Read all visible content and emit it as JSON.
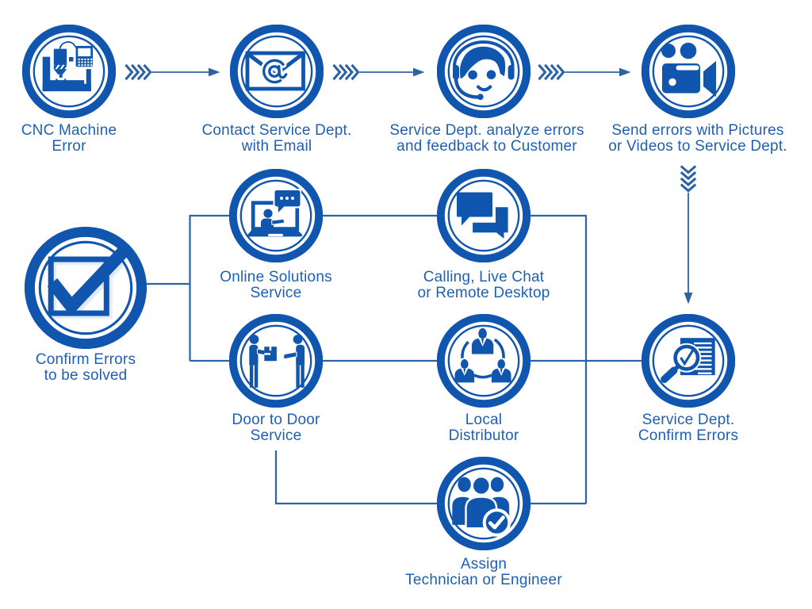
{
  "colors": {
    "icon": "#1156ae",
    "text": "#1f60b2",
    "line": "#2d63a4",
    "bg": "#ffffff",
    "shadow": "#c4d7ee"
  },
  "nodes": [
    {
      "id": "cnc-machine-error",
      "icon": "cnc-machine-icon",
      "line1": "CNC Machine",
      "line2": "Error"
    },
    {
      "id": "contact-service-email",
      "icon": "email-icon",
      "line1": "Contact Service Dept.",
      "line2": "with Email"
    },
    {
      "id": "service-analyze-errors",
      "icon": "support-agent-icon",
      "line1": "Service Dept. analyze errors",
      "line2": "and feedback to Customer"
    },
    {
      "id": "send-errors-media",
      "icon": "video-camera-icon",
      "line1": "Send errors with Pictures",
      "line2": "or Videos to Service Dept."
    },
    {
      "id": "online-solutions",
      "icon": "laptop-chat-icon",
      "line1": "Online Solutions",
      "line2": "Service"
    },
    {
      "id": "calling-live-chat",
      "icon": "chat-bubbles-icon",
      "line1": "Calling, Live Chat",
      "line2": "or Remote Desktop"
    },
    {
      "id": "confirm-errors-solved",
      "icon": "checkbox-icon",
      "line1": "Confirm Errors",
      "line2": "to be solved"
    },
    {
      "id": "door-to-door",
      "icon": "handover-icon",
      "line1": "Door to Door",
      "line2": "Service"
    },
    {
      "id": "local-distributor",
      "icon": "distributor-icon",
      "line1": "Local",
      "line2": "Distributor"
    },
    {
      "id": "service-confirm-errors",
      "icon": "magnifier-doc-icon",
      "line1": "Service Dept.",
      "line2": "Confirm Errors"
    },
    {
      "id": "assign-technician",
      "icon": "team-check-icon",
      "line1": "Assign",
      "line2": "Technician or Engineer"
    }
  ],
  "connections": [
    {
      "from": "cnc-machine-error",
      "to": "contact-service-email",
      "type": "chevron-arrow"
    },
    {
      "from": "contact-service-email",
      "to": "service-analyze-errors",
      "type": "chevron-arrow"
    },
    {
      "from": "service-analyze-errors",
      "to": "send-errors-media",
      "type": "chevron-arrow"
    },
    {
      "from": "send-errors-media",
      "to": "service-confirm-errors",
      "type": "chevron-arrow"
    },
    {
      "from": "confirm-errors-solved",
      "to": "online-solutions",
      "type": "line"
    },
    {
      "from": "confirm-errors-solved",
      "to": "door-to-door",
      "type": "line"
    },
    {
      "from": "online-solutions",
      "to": "calling-live-chat",
      "type": "line"
    },
    {
      "from": "calling-live-chat",
      "to": "assign-technician",
      "type": "line"
    },
    {
      "from": "door-to-door",
      "to": "assign-technician",
      "type": "line"
    },
    {
      "from": "door-to-door",
      "to": "local-distributor",
      "type": "line"
    },
    {
      "from": "local-distributor",
      "to": "service-confirm-errors",
      "type": "line"
    }
  ]
}
